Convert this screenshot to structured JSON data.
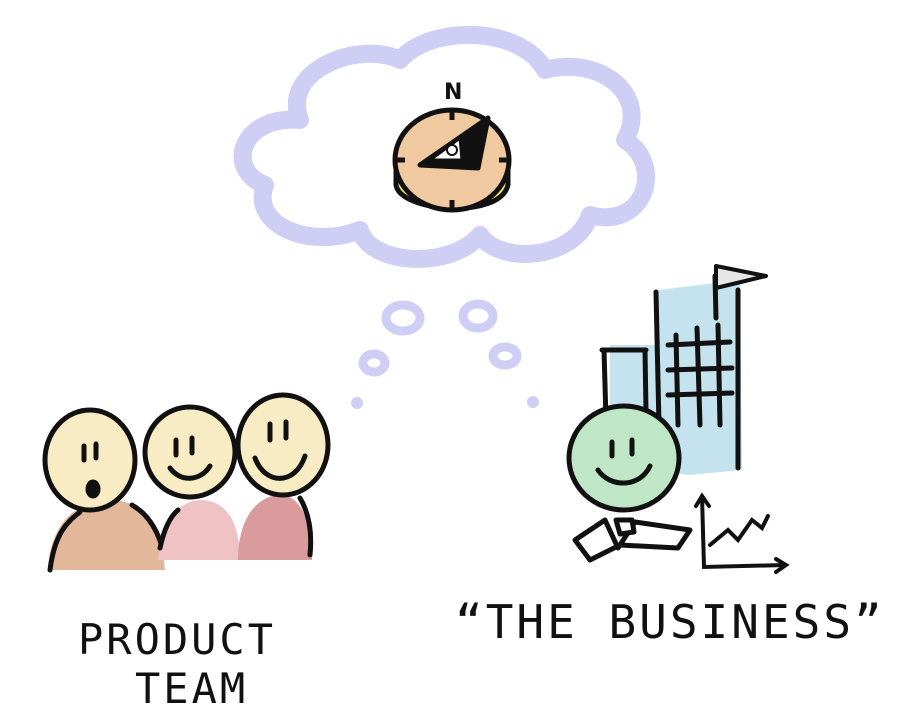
{
  "compass": {
    "north_label": "N"
  },
  "labels": {
    "product_team_line1": "PRODUCT",
    "product_team_line2": "TEAM",
    "the_business": "“THE BUSINESS”"
  },
  "colors": {
    "ink": "#111111",
    "thought_cloud": "#cfcff5",
    "compass_face": "#f1c9a0",
    "compass_rim": "#f7e46a",
    "face_skin": "#f7ecc3",
    "body_brown": "#e3b79a",
    "body_pink": "#efc3c3",
    "body_rose": "#d99b9b",
    "building_blue": "#c4e3ee",
    "business_face": "#bfe7c5",
    "flag_grey": "#e6e6e6"
  }
}
